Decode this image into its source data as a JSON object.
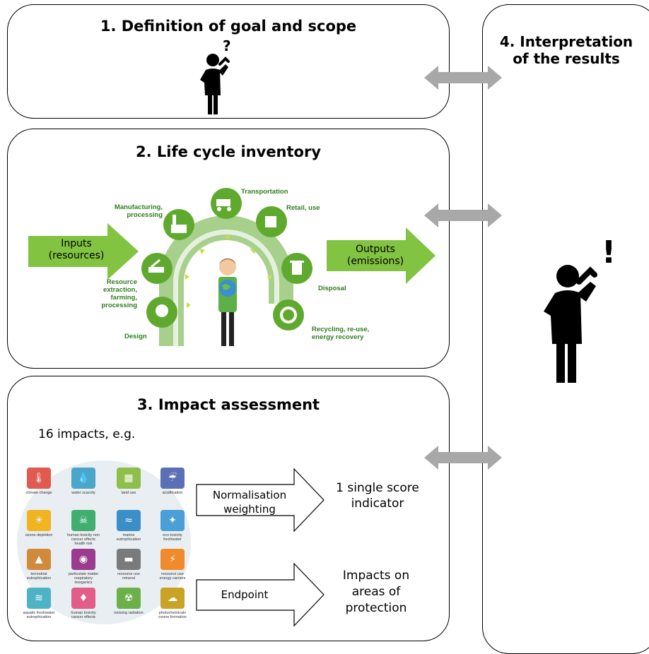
{
  "step1": {
    "title": "1. Definition of goal and scope",
    "symbol": "?"
  },
  "step2": {
    "title": "2. Life cycle inventory",
    "inputs": {
      "line1": "Inputs",
      "line2": "(resources)"
    },
    "outputs": {
      "line1": "Outputs",
      "line2": "(emissions)"
    },
    "stages": [
      {
        "label": "Design",
        "icon": "lightbulb-head-icon"
      },
      {
        "label": "Resource extraction, farming, processing",
        "icon": "excavator-icon"
      },
      {
        "label": "Manufacturing, processing",
        "icon": "factory-icon"
      },
      {
        "label": "Transportation",
        "icon": "truck-icon"
      },
      {
        "label": "Retail, use",
        "icon": "box-icon"
      },
      {
        "label": "Disposal",
        "icon": "trash-icon"
      },
      {
        "label": "Recycling, re-use, energy recovery",
        "icon": "recycle-icon"
      }
    ]
  },
  "step3": {
    "title": "3. Impact assessment",
    "subtitle": "16 impacts, e.g.",
    "impacts": [
      {
        "label": "climate change",
        "color": "#e05a4f",
        "icon": "thermometer-icon"
      },
      {
        "label": "water scarcity",
        "color": "#4aa7c9",
        "icon": "water-drop-icon"
      },
      {
        "label": "land use",
        "color": "#8dbf4a",
        "icon": "land-icon"
      },
      {
        "label": "acidification",
        "color": "#5b6fb7",
        "icon": "cloud-rain-icon"
      },
      {
        "label": "ozone depletion",
        "color": "#f0b323",
        "icon": "sun-icon"
      },
      {
        "label": "human toxicity non cancer effects health risk",
        "color": "#3fae6e",
        "icon": "skull-icon"
      },
      {
        "label": "marine eutrophication",
        "color": "#3a8fc7",
        "icon": "marine-icon"
      },
      {
        "label": "eco-toxicity freshwater",
        "color": "#4a9fd6",
        "icon": "fish-icon"
      },
      {
        "label": "terrestrial eutrophication",
        "color": "#d18a3a",
        "icon": "terrain-icon"
      },
      {
        "label": "particulate matter respiratory inorganics",
        "color": "#9a3b8f",
        "icon": "particle-icon"
      },
      {
        "label": "resource use mineral",
        "color": "#7a7a7a",
        "icon": "mine-cart-icon"
      },
      {
        "label": "resource use energy carriers",
        "color": "#f08a2a",
        "icon": "energy-icon"
      },
      {
        "label": "aquatic freshwater eutrophication",
        "color": "#4fb3c6",
        "icon": "aquatic-icon"
      },
      {
        "label": "human toxicity cancer effects",
        "color": "#e35d8a",
        "icon": "ribbon-icon"
      },
      {
        "label": "ionising radiation",
        "color": "#6cb04a",
        "icon": "radiation-icon"
      },
      {
        "label": "photochemicals ozone formation",
        "color": "#c9a326",
        "icon": "smog-icon"
      }
    ],
    "arrow1": {
      "line1": "Normalisation",
      "line2": "weighting"
    },
    "result1": {
      "line1": "1 single score",
      "line2": "indicator"
    },
    "arrow2": {
      "label": "Endpoint"
    },
    "result2": {
      "line1": "Impacts on",
      "line2": "areas of",
      "line3": "protection"
    }
  },
  "step4": {
    "title_line1": "4. Interpretation",
    "title_line2": "of the results",
    "symbol": "!"
  }
}
